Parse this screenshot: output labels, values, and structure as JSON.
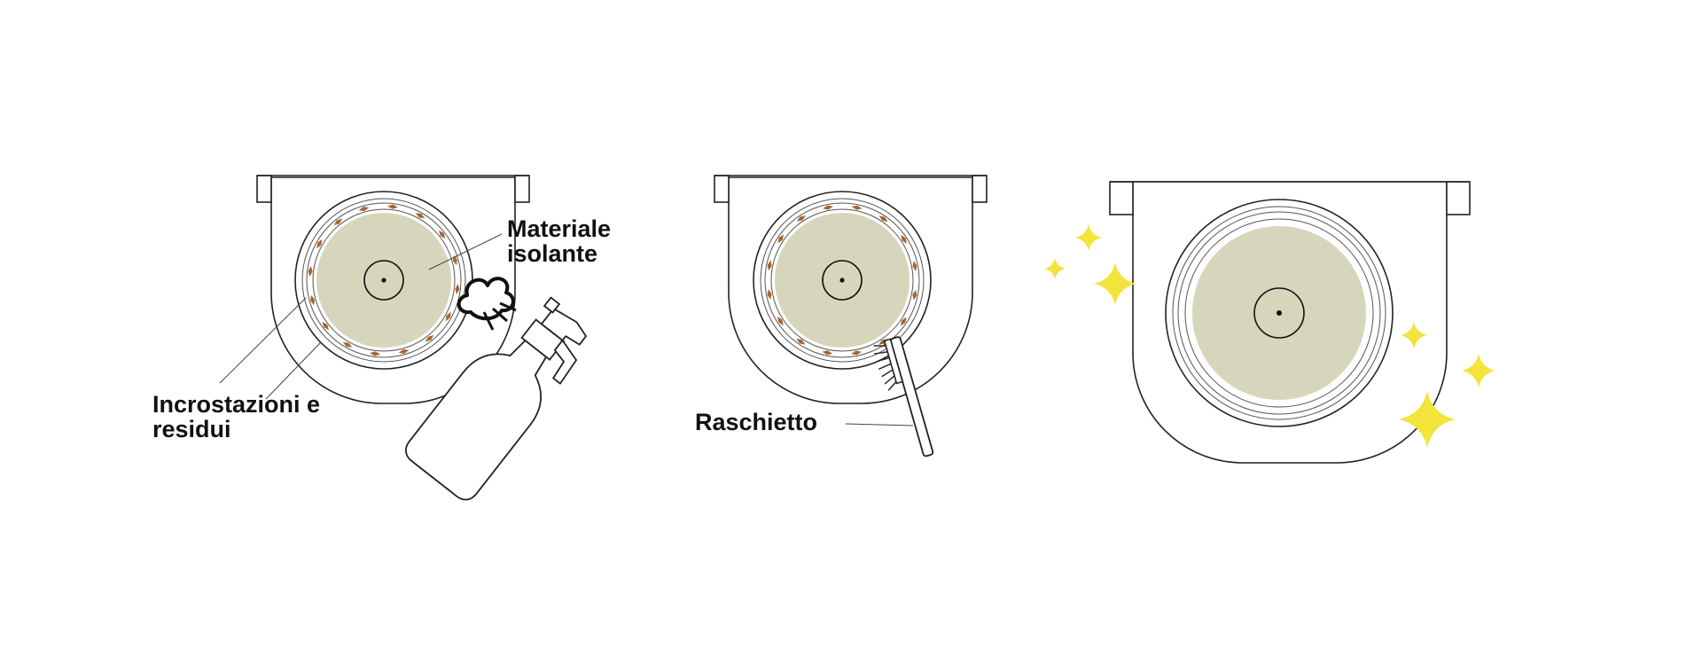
{
  "panels": [
    {
      "step": "spray",
      "labels": [
        "Materiale",
        "isolante",
        "Incrostazioni e",
        "residui"
      ]
    },
    {
      "step": "scrape",
      "labels": [
        "Raschietto"
      ]
    },
    {
      "step": "clean",
      "labels": []
    }
  ],
  "colors": {
    "insulation_fill": "#d6d6bd",
    "residue": "#a8642a",
    "sparkle": "#f2e43a",
    "outline": "#222222"
  },
  "icons": [
    "steam-icon",
    "spray-bottle-icon",
    "brush-icon",
    "sparkle-icon"
  ]
}
